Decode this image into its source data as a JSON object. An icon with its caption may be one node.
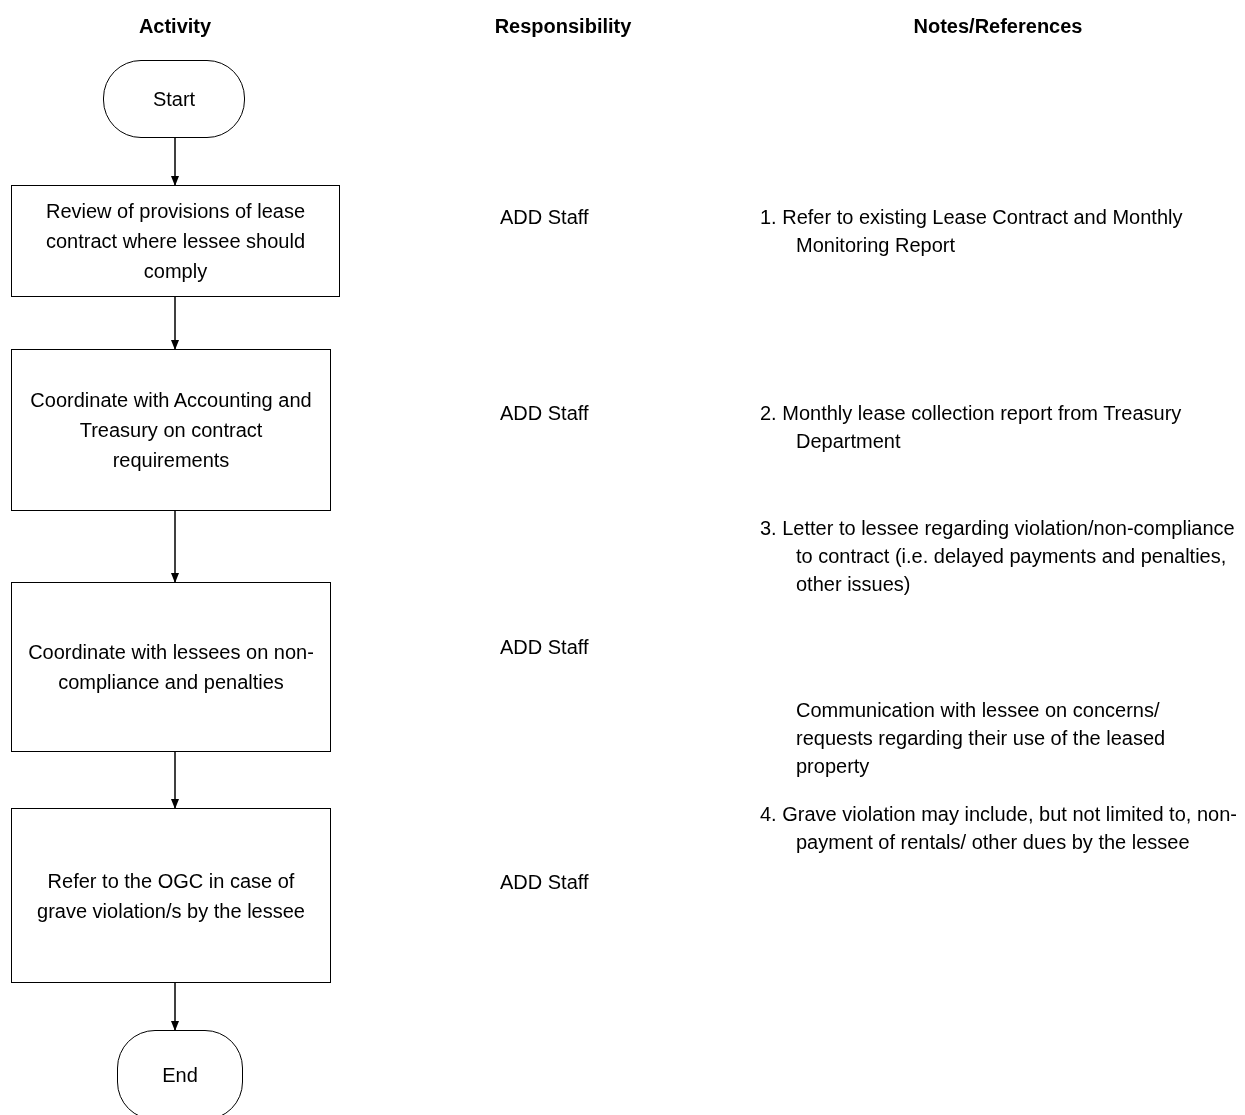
{
  "diagram": {
    "nodes": [
      {
        "text": [
          "Start"
        ]
      },
      {
        "text": [
          "Review of provisions of lease contract where lessee should comply"
        ]
      },
      {
        "text": [
          "Coordinate with Accounting and Treasury on contract requirements"
        ]
      },
      {
        "text": [
          "Coordinate with lessees on non-compliance and penalties"
        ]
      },
      {
        "text": [
          "Refer to the OGC in case of grave violation/s by the lessee"
        ]
      },
      {
        "text": [
          "End"
        ]
      }
    ],
    "edges": [
      {
        "from": 0,
        "to": 1,
        "arrow": "to"
      },
      {
        "from": 1,
        "to": 2,
        "arrow": "to"
      },
      {
        "from": 2,
        "to": 3,
        "arrow": "to"
      },
      {
        "from": 3,
        "to": 4,
        "arrow": "to"
      },
      {
        "from": 4,
        "to": 5,
        "arrow": "to"
      }
    ],
    "labels": [
      "Activity",
      "Responsibility",
      "Notes/References",
      "ADD Staff",
      "1. Refer to existing Lease Contract and Monthly Monitoring Report",
      "ADD Staff",
      "2. Monthly lease collection report from Treasury Department",
      "3. Letter to lessee regarding violation/non-compliance to contract (i.e. delayed payments and penalties, other issues)",
      "ADD Staff",
      "Communication with lessee on concerns/ requests regarding their use of the leased property",
      "4. Grave violation may include, but not limited to, non-payment of rentals/ other dues by the lessee",
      "ADD Staff"
    ]
  }
}
